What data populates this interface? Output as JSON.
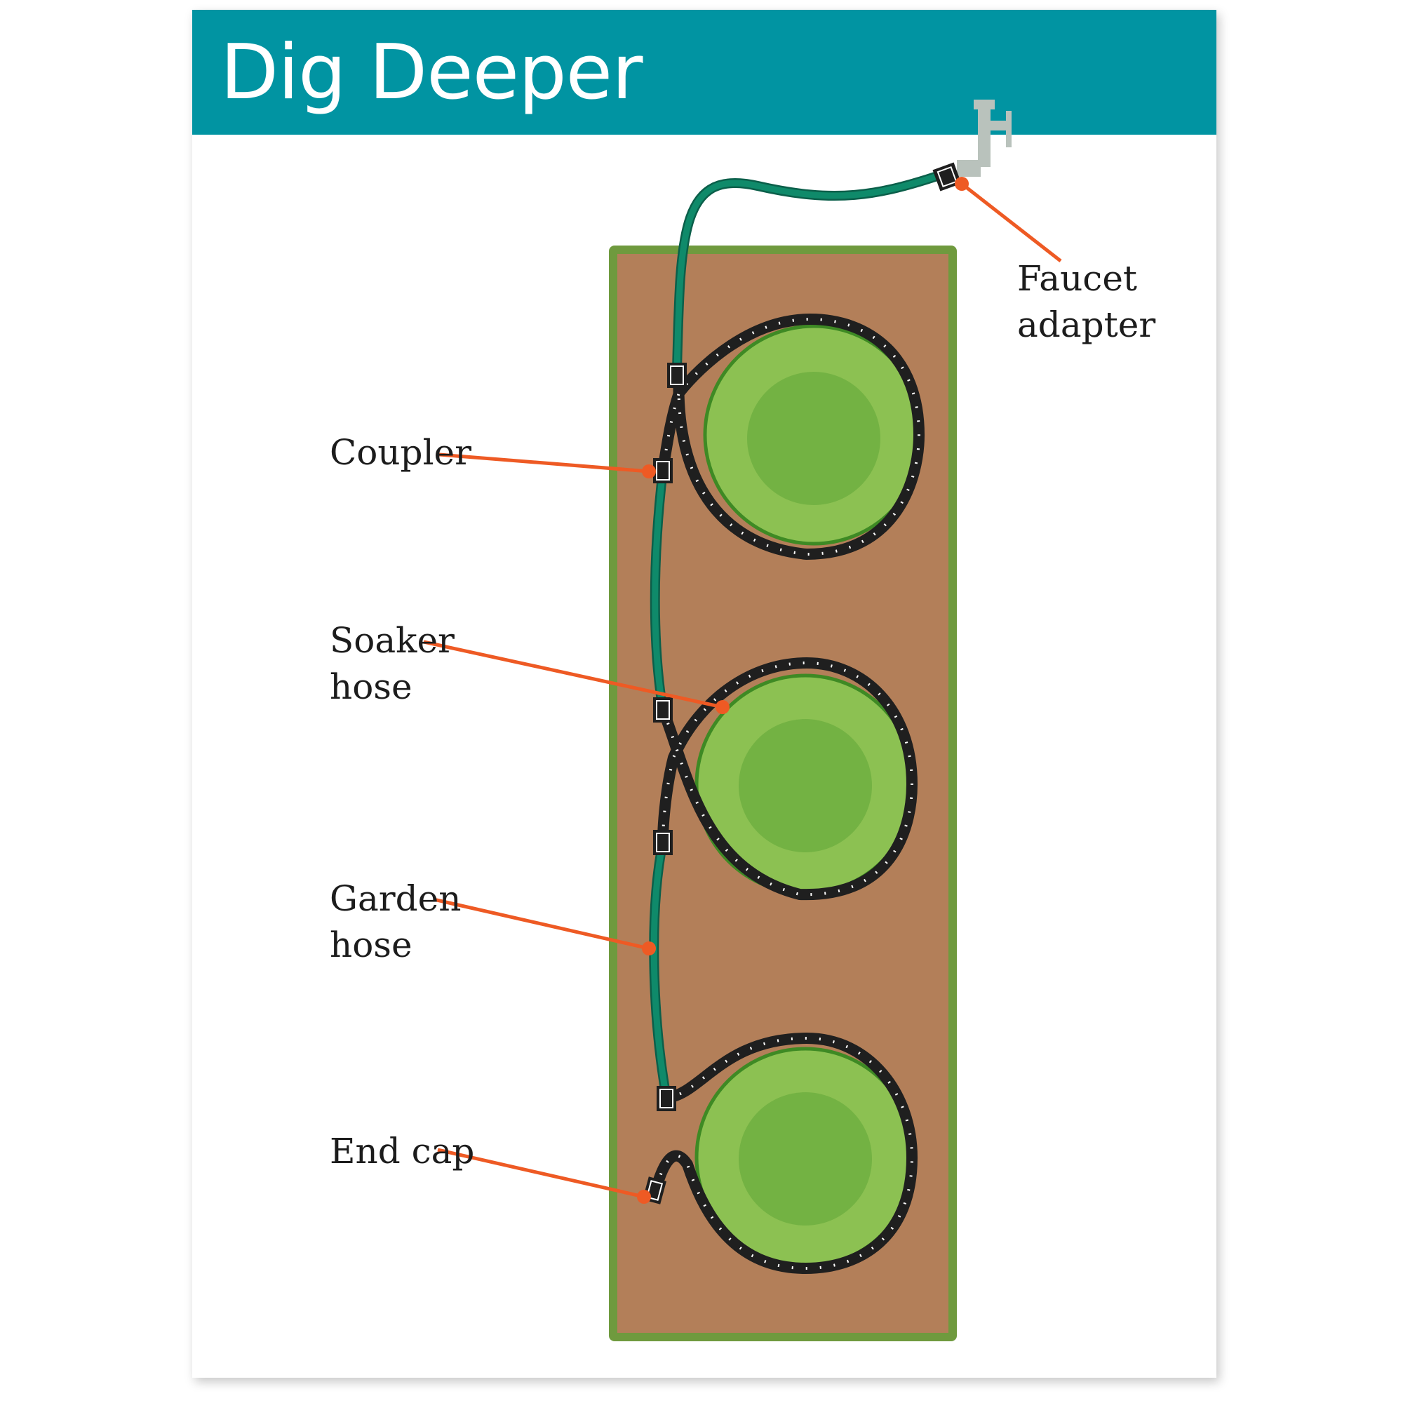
{
  "title": "Dig Deeper",
  "labels": {
    "faucet_adapter": "Faucet\nadapter",
    "coupler": "Coupler",
    "soaker_hose": "Soaker\nhose",
    "garden_hose": "Garden\nhose",
    "end_cap": "End cap"
  },
  "colors": {
    "banner": "#0194a2",
    "soil": "#b37f59",
    "bed_border": "#6f9a3e",
    "garden_hose": "#0f8a6a",
    "soaker_hose": "#1f1f1f",
    "plant_light": "#8cc152",
    "plant_dark": "#5fa637",
    "leader_line": "#ee5a24"
  },
  "icons": [
    "faucet-icon",
    "plant-icon",
    "coupler-icon",
    "end-cap-icon"
  ]
}
